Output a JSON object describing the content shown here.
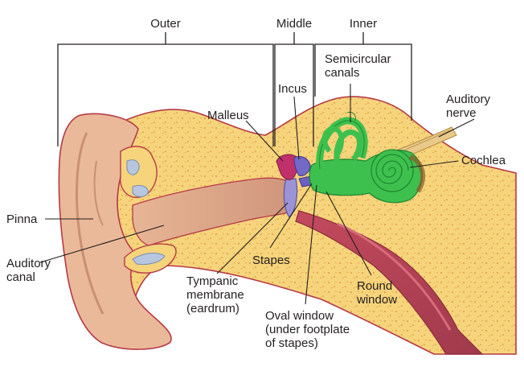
{
  "sections": {
    "outer": "Outer",
    "middle": "Middle",
    "inner": "Inner"
  },
  "labels": {
    "semicircular": [
      "Semicircular",
      "canals"
    ],
    "incus": "Incus",
    "malleus": "Malleus",
    "auditory_nerve": [
      "Auditory",
      "nerve"
    ],
    "cochlea": "Cochlea",
    "pinna": "Pinna",
    "auditory_canal": [
      "Auditory",
      "canal"
    ],
    "stapes": "Stapes",
    "tympanic": [
      "Tympanic",
      "membrane",
      "(eardrum)"
    ],
    "round_window": [
      "Round",
      "window"
    ],
    "oval_window": [
      "Oval window",
      "(under footplate",
      "of stapes)"
    ]
  },
  "colors": {
    "bone": "#f6d47c",
    "bone_dots": "#e3a64a",
    "skin": "#eab99a",
    "skin_dark": "#c98f74",
    "canal": "#d9a585",
    "inner_ear": "#3ec04e",
    "inner_ear_dark": "#1f8a30",
    "eardrum": "#9a93d6",
    "malleus": "#c0306a",
    "tube": "#b8475a",
    "cartilage": "#b7c7e0",
    "nerve": "#e9c98a",
    "outline": "#b63a46"
  }
}
